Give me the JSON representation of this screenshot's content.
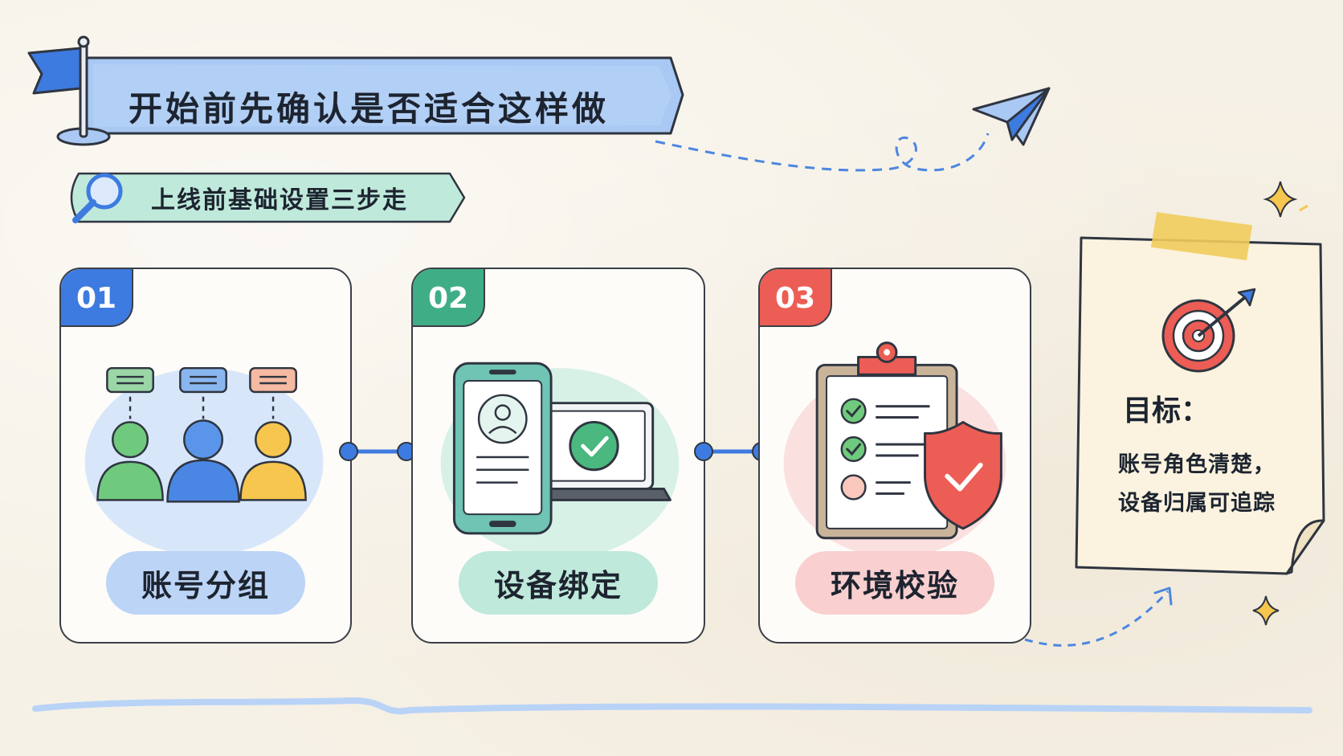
{
  "header": {
    "title": "开始前先确认是否适合这样做",
    "subtitle": "上线前基础设置三步走"
  },
  "steps": [
    {
      "number": "01",
      "label": "账号分组",
      "color": "#3e7be0",
      "label_bg": "#bcd4f6",
      "icon": "user-groups-icon"
    },
    {
      "number": "02",
      "label": "设备绑定",
      "color": "#3fae86",
      "label_bg": "#bfe9da",
      "icon": "device-binding-icon"
    },
    {
      "number": "03",
      "label": "环境校验",
      "color": "#ec5d55",
      "label_bg": "#f9cfcf",
      "icon": "checklist-shield-icon"
    }
  ],
  "goal": {
    "title": "目标：",
    "lines": [
      "账号角色清楚，",
      "设备归属可追踪"
    ],
    "icon": "target-arrow-icon"
  },
  "decorations": {
    "flag_icon": "flag-icon",
    "search_icon": "magnifier-icon",
    "plane_icon": "paper-plane-icon",
    "accent": "#3e7be0"
  }
}
